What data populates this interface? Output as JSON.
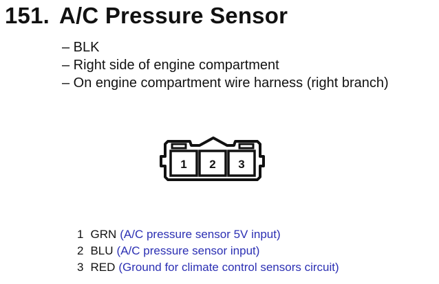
{
  "header": {
    "number": "151.",
    "title": "A/C Pressure Sensor"
  },
  "details": [
    "– BLK",
    "– Right side of engine compartment",
    "– On engine compartment wire harness (right branch)"
  ],
  "connector": {
    "pins": [
      "1",
      "2",
      "3"
    ]
  },
  "pin_list": [
    {
      "number": "1",
      "color": "GRN",
      "description": "(A/C pressure sensor 5V input)"
    },
    {
      "number": "2",
      "color": "BLU",
      "description": "(A/C pressure sensor input)"
    },
    {
      "number": "3",
      "color": "RED",
      "description": "(Ground for climate control sensors circuit)"
    }
  ],
  "colors": {
    "description_text": "#2b2fb3",
    "text": "#111111"
  }
}
